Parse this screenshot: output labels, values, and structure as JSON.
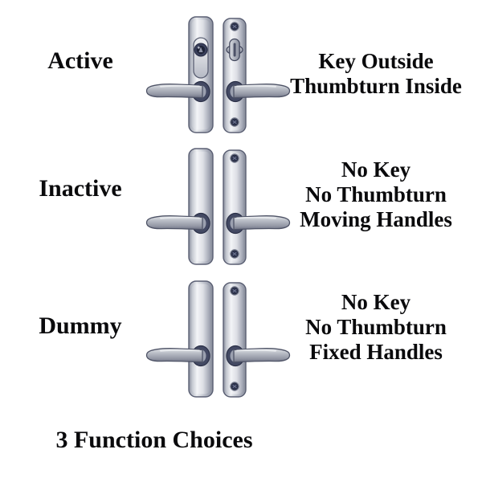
{
  "colors": {
    "background": "#ffffff",
    "text": "#0a0a0c",
    "metal_light": "#eceef1",
    "metal_mid": "#b4b8c2",
    "metal_dark": "#888c9a",
    "outline": "#5a5f73",
    "hardware_navy": "#2f3550"
  },
  "rows": [
    {
      "id": "active",
      "label": "Active",
      "lines": [
        "Key Outside",
        "Thumbturn Inside"
      ],
      "graphic": {
        "left_plate": "plate-with-key-cylinder",
        "right_plate": "plate-with-thumbturn-and-screws",
        "handles": "lever-pair"
      }
    },
    {
      "id": "inactive",
      "label": "Inactive",
      "lines": [
        "No Key",
        "No Thumbturn",
        "Moving Handles"
      ],
      "graphic": {
        "left_plate": "blank-plate",
        "right_plate": "plate-with-screws",
        "handles": "lever-pair"
      }
    },
    {
      "id": "dummy",
      "label": "Dummy",
      "lines": [
        "No Key",
        "No Thumbturn",
        "Fixed Handles"
      ],
      "graphic": {
        "left_plate": "blank-plate",
        "right_plate": "plate-with-screws",
        "handles": "lever-pair"
      }
    }
  ],
  "footer": {
    "title": "3 Function Choices"
  }
}
